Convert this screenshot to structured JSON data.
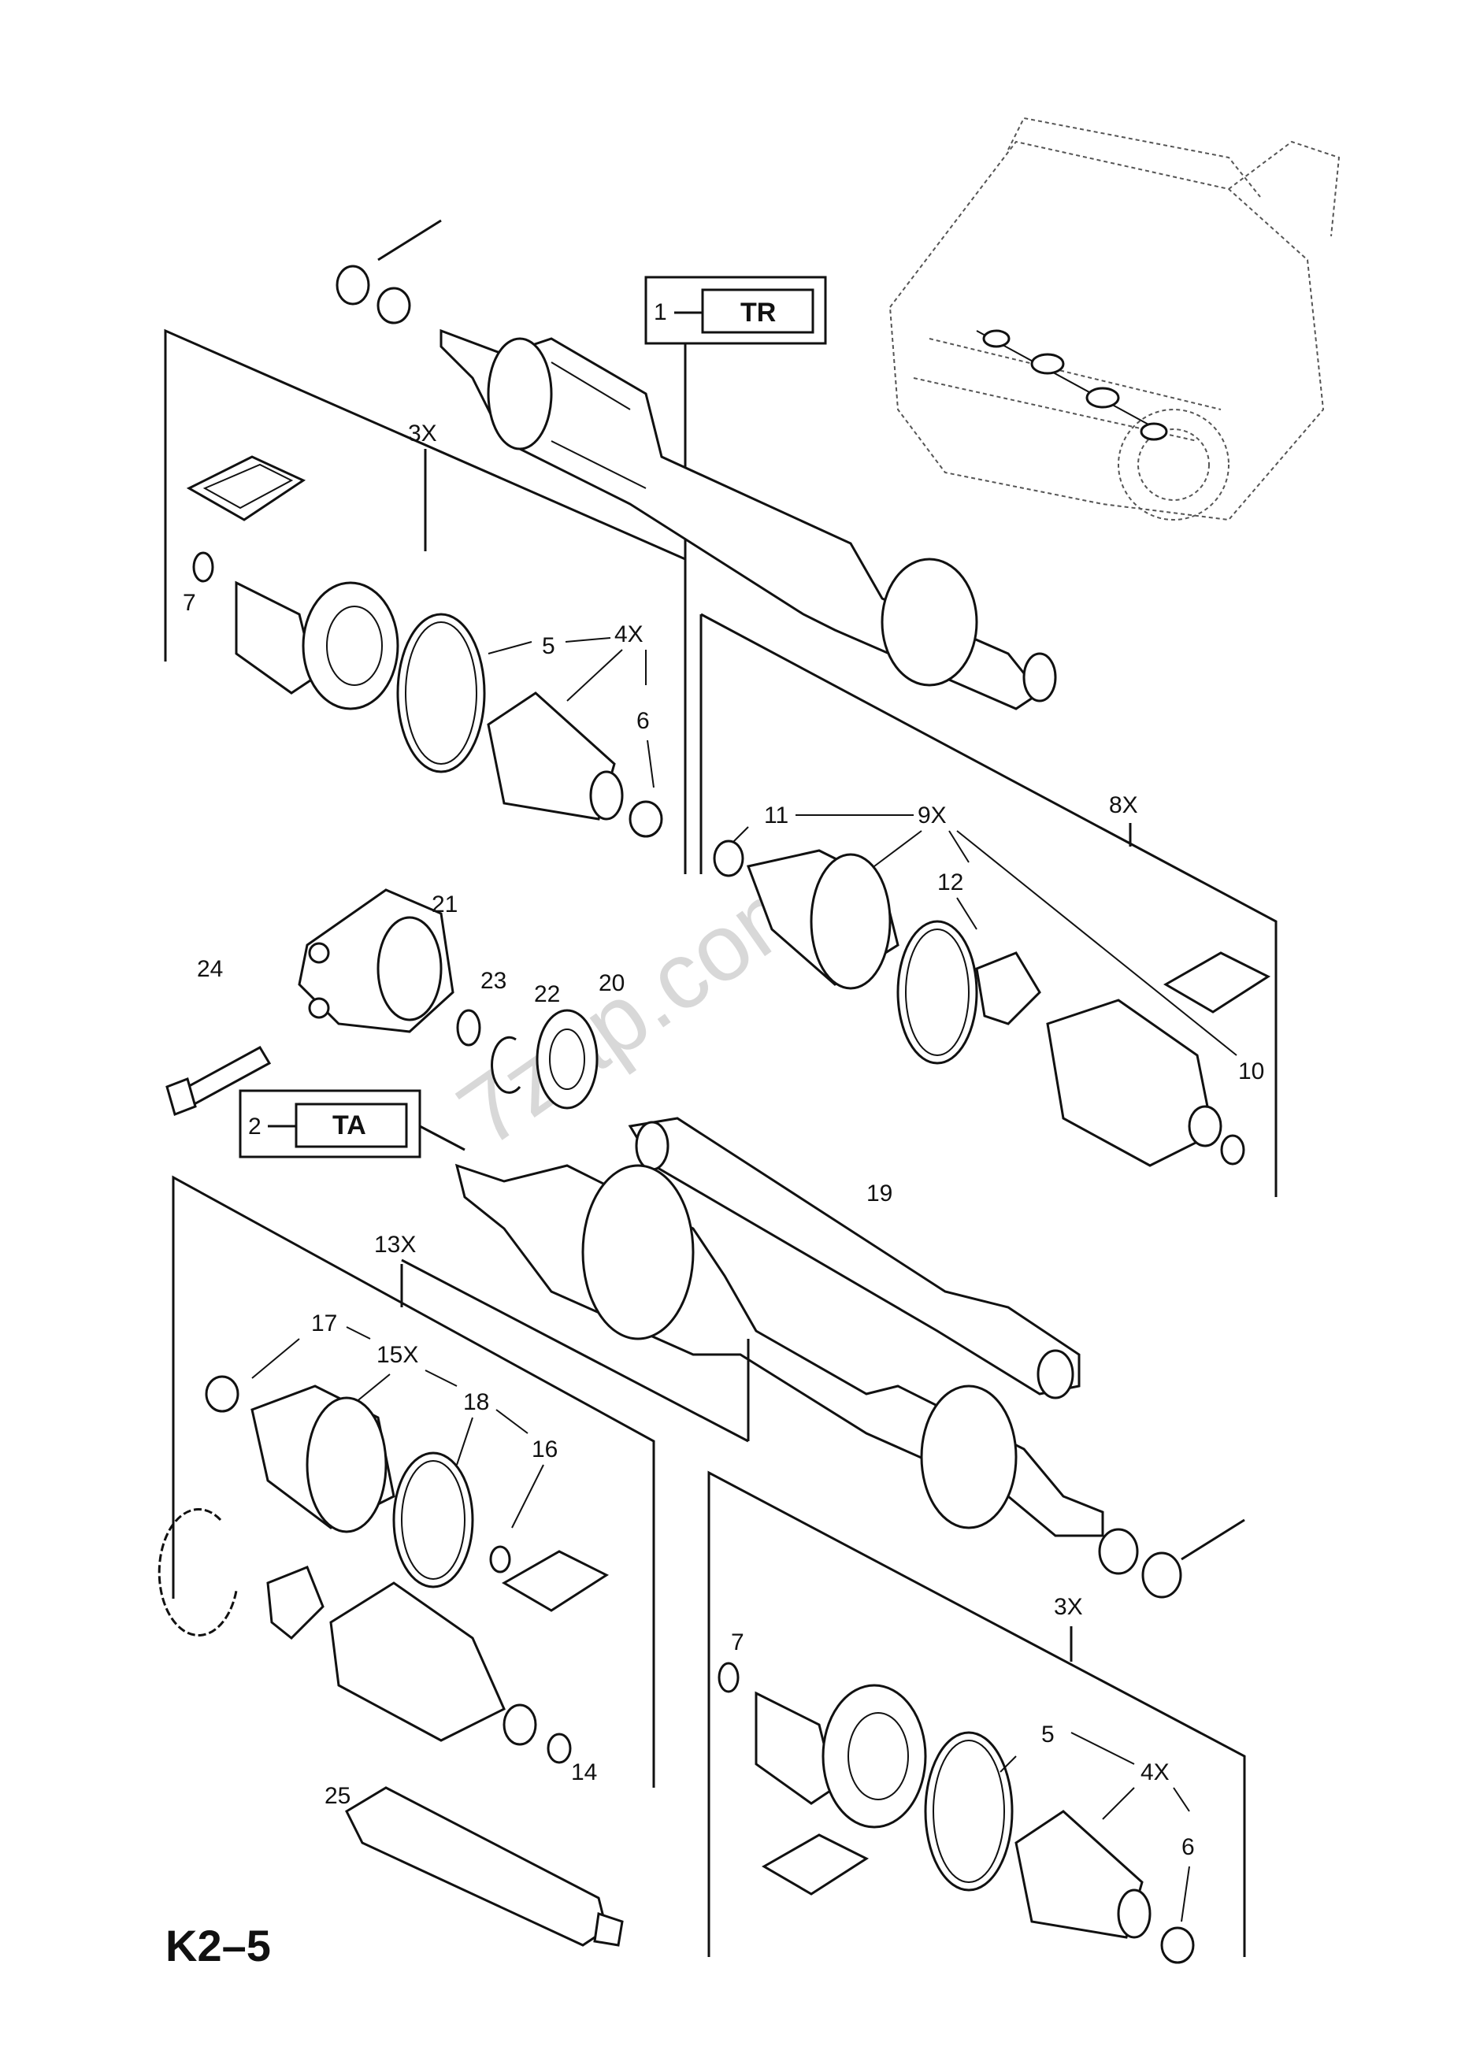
{
  "variant_boxes": [
    {
      "number": "1",
      "code": "TR"
    },
    {
      "number": "2",
      "code": "TA"
    }
  ],
  "callouts": [
    "3X",
    "7",
    "5",
    "4X",
    "6",
    "11",
    "9X",
    "8X",
    "12",
    "21",
    "24",
    "23",
    "22",
    "20",
    "10",
    "19",
    "13X",
    "17",
    "15X",
    "18",
    "16",
    "14",
    "25",
    "3X",
    "7",
    "5",
    "4X",
    "6"
  ],
  "page_code": "K2–5",
  "watermark": "7zap.com"
}
